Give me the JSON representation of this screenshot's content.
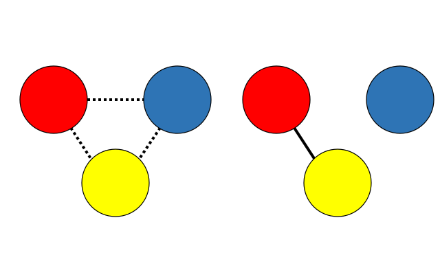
{
  "colors": {
    "red": "#ff0000",
    "blue": "#2e74b5",
    "yellow": "#ffff00",
    "edge": "#000000",
    "background": "#ffffff"
  },
  "graphs": [
    {
      "id": "graph-left",
      "nodes": [
        "red",
        "blue",
        "yellow"
      ],
      "edges": [
        {
          "from": "red",
          "to": "blue",
          "style": "dotted"
        },
        {
          "from": "red",
          "to": "yellow",
          "style": "dotted"
        },
        {
          "from": "blue",
          "to": "yellow",
          "style": "dotted"
        }
      ]
    },
    {
      "id": "graph-right",
      "nodes": [
        "red",
        "blue",
        "yellow"
      ],
      "edges": [
        {
          "from": "red",
          "to": "yellow",
          "style": "solid"
        }
      ]
    }
  ]
}
